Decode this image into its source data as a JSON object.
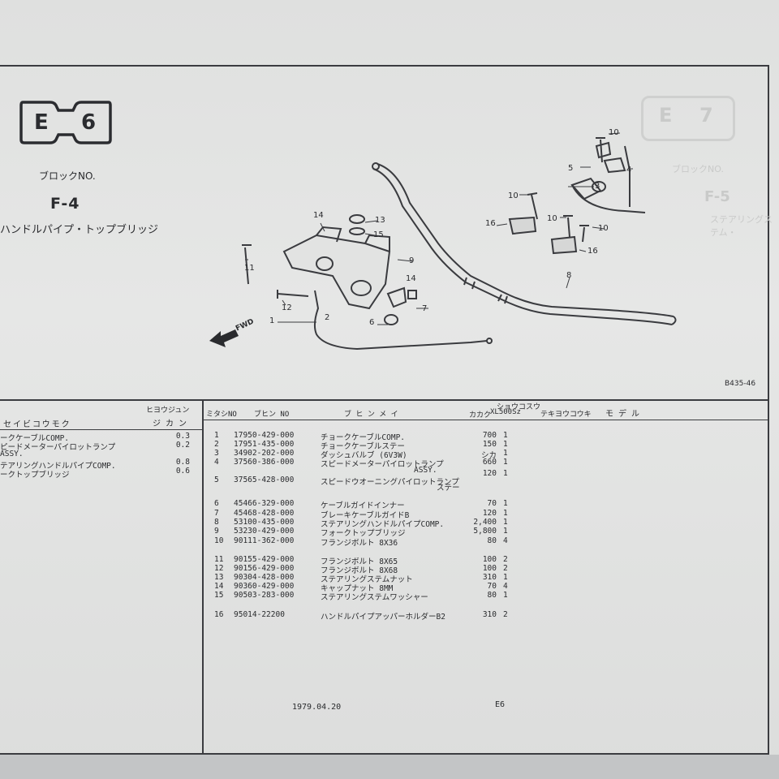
{
  "section_badge": {
    "left": "E",
    "right": "6"
  },
  "ghost_badge": {
    "left": "E",
    "right": "7"
  },
  "block": {
    "label": "ブロックNO.",
    "number": "F-4",
    "title": "ハンドルパイプ・トップブリッジ"
  },
  "ghost_block": {
    "label": "ブロックNO.",
    "number": "F-5",
    "title": "ステアリングステム・"
  },
  "diagram": {
    "fwd_label": "FWD",
    "callouts": [
      "1",
      "2",
      "3",
      "4",
      "5",
      "6",
      "7",
      "8",
      "9",
      "10",
      "10",
      "10",
      "10",
      "11",
      "12",
      "13",
      "14",
      "14",
      "15",
      "16",
      "16"
    ],
    "figure_ref": "B435-46"
  },
  "left_table": {
    "header_time_1": "ヒヨウジュン",
    "header_time_2": "ジ カ ン",
    "header_item": "セイビコウモク",
    "rows": [
      {
        "item": "ークケーブルCOMP.",
        "time": "0.3"
      },
      {
        "item": "ピードメーターパイロットランプ",
        "time": "0.2"
      },
      {
        "item": "ASSY.",
        "time": ""
      },
      {
        "item": "テアリングハンドルパイプCOMP.",
        "time": "0.8"
      },
      {
        "item": "ークトップブリッジ",
        "time": "0.6"
      }
    ]
  },
  "right_table": {
    "header_top": "ショウコスウ",
    "headers": {
      "no": "ミタシNO",
      "part_no": "ブヒン NO",
      "name": "ブ ヒ ン メ イ",
      "price": "カカク",
      "model": "XL500Sz",
      "note": "テキヨウコウキ",
      "model_col": "モ デ ル"
    },
    "rows": [
      {
        "no": "1",
        "part_no": "17950-429-000",
        "name": "チョークケーブルCOMP.",
        "price": "700",
        "qty": "1"
      },
      {
        "no": "2",
        "part_no": "17951-435-000",
        "name": "チョークケーブルステー",
        "price": "150",
        "qty": "1"
      },
      {
        "no": "3",
        "part_no": "34902-202-000",
        "name": "ダッシュバルブ (6V3W)",
        "price": "シカ",
        "qty": "1"
      },
      {
        "no": "4",
        "part_no": "37560-386-000",
        "name": "スピードメーターパイロットランプ",
        "price": "660",
        "qty": "1"
      },
      {
        "no": "",
        "part_no": "",
        "name": "ASSY.",
        "price": "",
        "qty": ""
      },
      {
        "no": "5",
        "part_no": "37565-428-000",
        "name": "スピードウオーニングパイロットランプ",
        "price": "120",
        "qty": "1"
      },
      {
        "no": "",
        "part_no": "",
        "name": "ステー",
        "price": "",
        "qty": ""
      },
      {
        "no": "6",
        "part_no": "45466-329-000",
        "name": "ケーブルガイドインナー",
        "price": "70",
        "qty": "1"
      },
      {
        "no": "7",
        "part_no": "45468-428-000",
        "name": "ブレーキケーブルガイドB",
        "price": "120",
        "qty": "1"
      },
      {
        "no": "8",
        "part_no": "53100-435-000",
        "name": "ステアリングハンドルパイプCOMP.",
        "price": "2,400",
        "qty": "1"
      },
      {
        "no": "9",
        "part_no": "53230-429-000",
        "name": "フォークトップブリッジ",
        "price": "5,800",
        "qty": "1"
      },
      {
        "no": "10",
        "part_no": "90111-362-000",
        "name": "フランジボルト 8X36",
        "price": "80",
        "qty": "4"
      },
      {
        "no": "11",
        "part_no": "90155-429-000",
        "name": "フランジボルト 8X65",
        "price": "100",
        "qty": "2"
      },
      {
        "no": "12",
        "part_no": "90156-429-000",
        "name": "フランジボルト 8X68",
        "price": "100",
        "qty": "2"
      },
      {
        "no": "13",
        "part_no": "90304-428-000",
        "name": "ステアリングステムナット",
        "price": "310",
        "qty": "1"
      },
      {
        "no": "14",
        "part_no": "90360-429-000",
        "name": "キャップナット 8MM",
        "price": "70",
        "qty": "4"
      },
      {
        "no": "15",
        "part_no": "90503-283-000",
        "name": "ステアリングステムワッシャー",
        "price": "80",
        "qty": "1"
      },
      {
        "no": "16",
        "part_no": "95014-22200",
        "name": "ハンドルパイプアッパーホルダーB2",
        "price": "310",
        "qty": "2"
      }
    ]
  },
  "footer": {
    "date": "1979.04.20",
    "page": "E6"
  }
}
